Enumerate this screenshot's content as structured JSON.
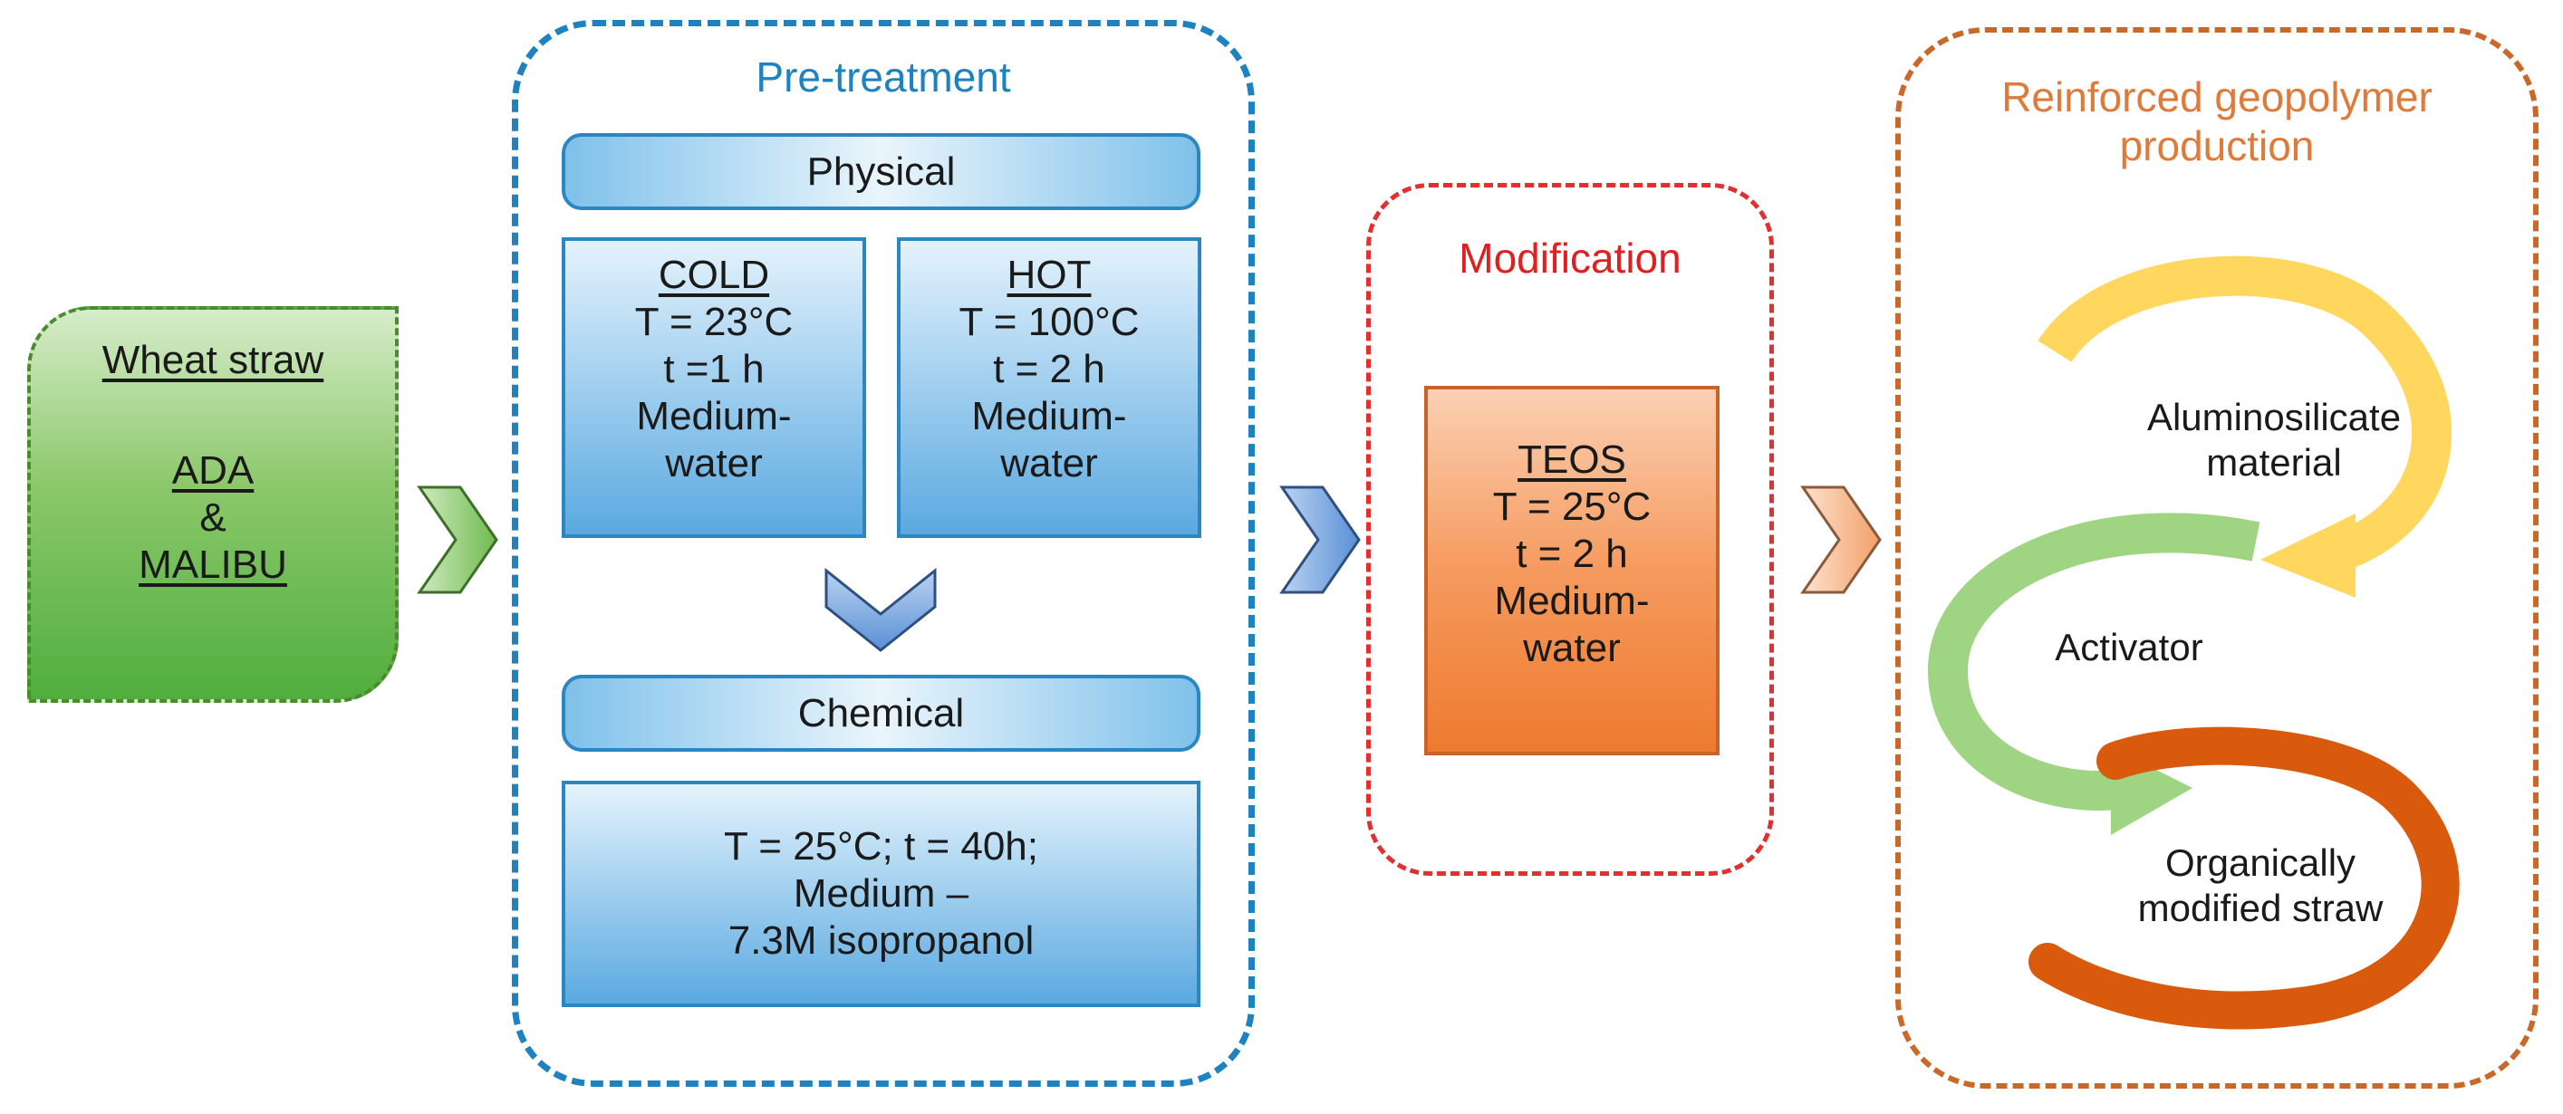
{
  "wheat": {
    "title": "Wheat straw",
    "variety_1": "ADA",
    "joiner": "&",
    "variety_2": "MALIBU"
  },
  "pretreatment": {
    "title": "Pre-treatment",
    "physical": {
      "label": "Physical",
      "cold": {
        "title": "COLD",
        "temp": "T = 23°C",
        "time": "t =1 h",
        "medium_1": "Medium-",
        "medium_2": "water"
      },
      "hot": {
        "title": "HOT",
        "temp": "T = 100°C",
        "time": "t = 2 h",
        "medium_1": "Medium-",
        "medium_2": "water"
      }
    },
    "chemical": {
      "label": "Chemical",
      "line_1": "T = 25°C; t = 40h;",
      "line_2": "Medium –",
      "line_3": "7.3M isopropanol"
    }
  },
  "modification": {
    "title": "Modification",
    "teos": {
      "title": "TEOS",
      "temp": "T = 25°C",
      "time": "t = 2 h",
      "medium_1": "Medium-",
      "medium_2": "water"
    }
  },
  "reinforced": {
    "title_1": "Reinforced geopolymer",
    "title_2": "production",
    "cycle": {
      "aluminosilicate_1": "Aluminosilicate",
      "aluminosilicate_2": "material",
      "activator": "Activator",
      "organic_1": "Organically",
      "organic_2": "modified straw"
    }
  },
  "colors": {
    "wheat_green": "#4fae3d",
    "pretreatment_blue": "#1f82c0",
    "modification_red": "#e03030",
    "reinforced_orange": "#c8692a",
    "cycle_yellow": "#ffd75e",
    "cycle_green": "#9fd483",
    "cycle_orange": "#d95a0c"
  }
}
